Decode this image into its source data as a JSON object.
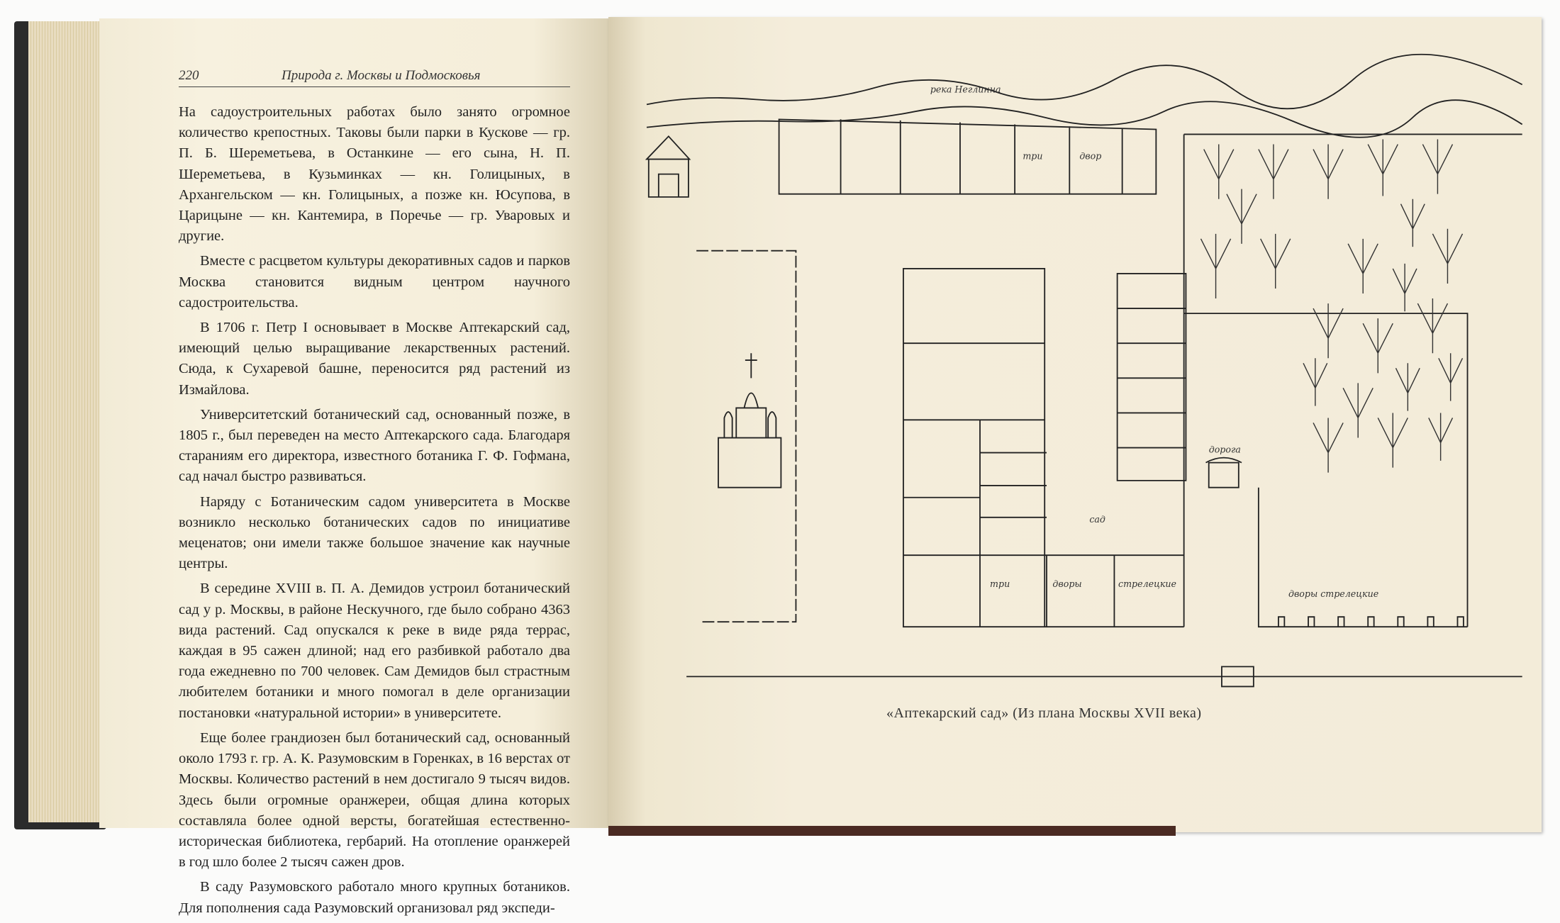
{
  "left_page": {
    "page_number": "220",
    "running_head": "Природа г. Москвы и Подмосковья",
    "paragraphs": [
      "На садоустроительных работах было занято огромное количество крепостных. Таковы были парки в Кускове — гр. П. Б. Шереметьева, в Останкине — его сына, Н. П. Шереметьева, в Кузьминках — кн. Голицыных, в Архангельском — кн. Голицыных, а позже кн. Юсупова, в Царицыне — кн. Кантемира, в Поречье — гр. Уваровых и другие.",
      "Вместе с расцветом культуры декоративных садов и парков Москва становится видным центром научного садостроительства.",
      "В 1706 г. Петр I основывает в Москве Аптекарский сад, имеющий целью выращивание лекарственных растений. Сюда, к Сухаревой башне, переносится ряд растений из Измайлова.",
      "Университетский ботанический сад, основанный позже, в 1805 г., был переведен на место Аптекарского сада. Благодаря стараниям его директора, известного ботаника Г. Ф. Гофмана, сад начал быстро развиваться.",
      "Наряду с Ботаническим садом университета в Москве возникло несколько ботанических садов по инициативе меценатов; они имели также большое значение как научные центры.",
      "В середине XVIII в. П. А. Демидов устроил ботанический сад у р. Москвы, в районе Нескучного, где было собрано 4363 вида растений. Сад опускался к реке в виде ряда террас, каждая в 95 сажен длиной; над его разбивкой работало два года ежедневно по 700 человек. Сам Демидов был страстным любителем ботаники и много помогал в деле организации постановки «натуральной истории» в университете.",
      "Еще более грандиозен был ботанический сад, основанный около 1793 г. гр. А. К. Разумовским в Горенках, в 16 верстах от Москвы. Количество растений в нем достигало 9 тысяч видов. Здесь были огромные оранжереи, общая длина которых составляла более одной версты, богатейшая естественно-историческая библиотека, гербарий. На отопление оранжерей в год шло более 2 тысяч сажен дров.",
      "В саду Разумовского работало много крупных ботаников. Для пополнения сада Разумовский организовал ряд экспеди-"
    ]
  },
  "right_page": {
    "caption": "«Аптекарский сад» (Из плана Москвы XVII века)",
    "map_labels": {
      "river": "река Неглинна",
      "tri_top": "три",
      "dvor": "двор",
      "tri_bottom": "три",
      "dvory": "дворы",
      "streletskie": "стрелецкие",
      "streletskie_yard": "дворы стрелецкие",
      "garden": "сад",
      "road": "дорога"
    }
  }
}
